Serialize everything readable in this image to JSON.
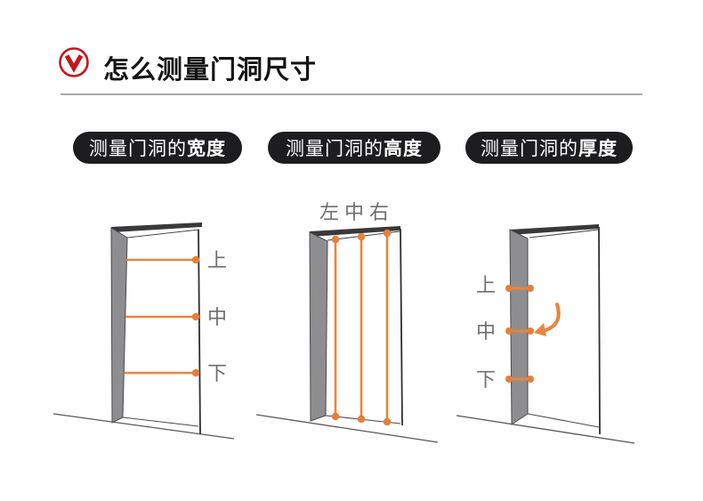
{
  "header": {
    "title": "怎么测量门洞尺寸",
    "icon": "red-circle-down-arrow"
  },
  "colors": {
    "accent_red": "#c3161c",
    "measure_orange": "#e6873e",
    "badge_background": "#1d1d1f",
    "badge_text": "#ffffff",
    "jamb_gray": "#8e8e90",
    "frame_dark": "#39393b",
    "label_gray": "#6e6e70"
  },
  "panels": [
    {
      "id": "width",
      "badge": {
        "prefix": "测量门洞的",
        "emphasis": "宽度"
      },
      "measure_axis": "horizontal",
      "position_labels": [
        "上",
        "中",
        "下"
      ]
    },
    {
      "id": "height",
      "badge": {
        "prefix": "测量门洞的",
        "emphasis": "高度"
      },
      "measure_axis": "vertical",
      "position_labels": [
        "左",
        "中",
        "右"
      ]
    },
    {
      "id": "thickness",
      "badge": {
        "prefix": "测量门洞的",
        "emphasis": "厚度"
      },
      "measure_axis": "depth",
      "position_labels": [
        "上",
        "中",
        "下"
      ]
    }
  ]
}
